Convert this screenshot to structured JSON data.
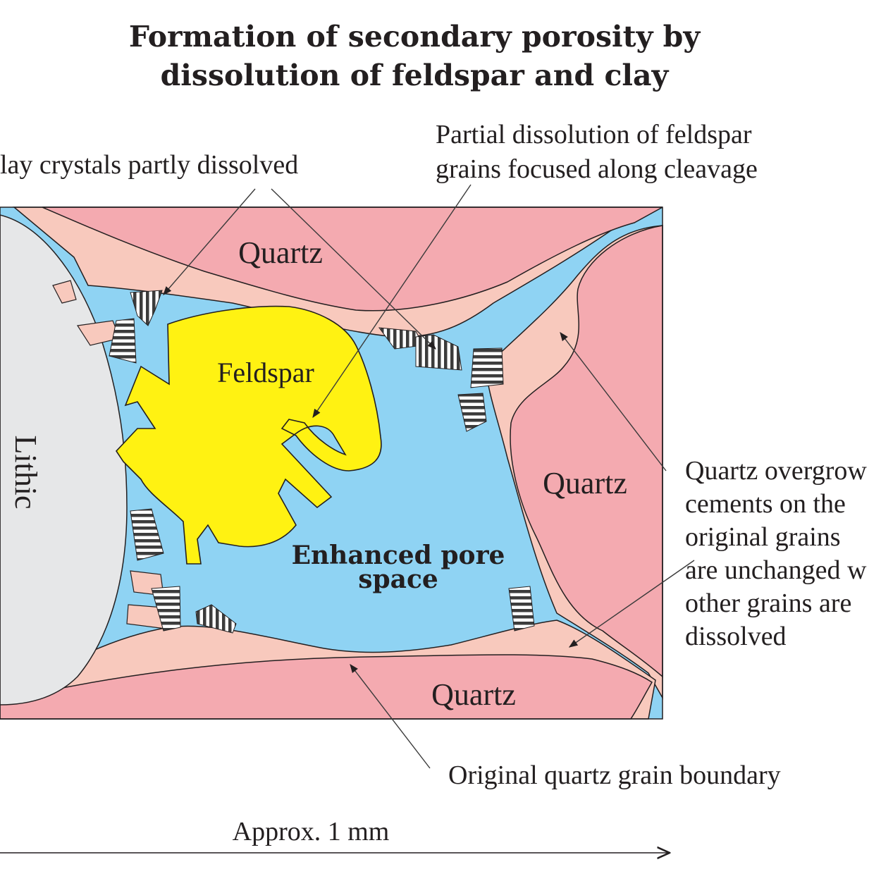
{
  "title": {
    "line1": "Formation of secondary porosity by",
    "line2": "dissolution of feldspar and clay"
  },
  "labels": {
    "clay": "lay crystals partly dissolved",
    "feldspar_dissolution": {
      "line1": "Partial dissolution of feldspar",
      "line2": "grains focused along cleavage"
    },
    "overgrowth": {
      "line1": "Quartz overgrow",
      "line2": "cements on the",
      "line3": "original grains",
      "line4": "are unchanged w",
      "line5": "other grains are",
      "line6": "dissolved"
    },
    "boundary": "Original quartz grain boundary",
    "scale": "Approx. 1 mm"
  },
  "grains": {
    "quartz_top": "Quartz",
    "quartz_right": "Quartz",
    "quartz_bottom": "Quartz",
    "feldspar": "Feldspar",
    "lithic": "Lithic",
    "pore_line1": "Enhanced pore",
    "pore_line2": "space"
  },
  "colors": {
    "pore": "#8fd3f3",
    "quartz": "#f4aab0",
    "overgrowth": "#f8c9bd",
    "feldspar": "#fff212",
    "lithic": "#e6e7e8",
    "outline": "#231f20"
  }
}
